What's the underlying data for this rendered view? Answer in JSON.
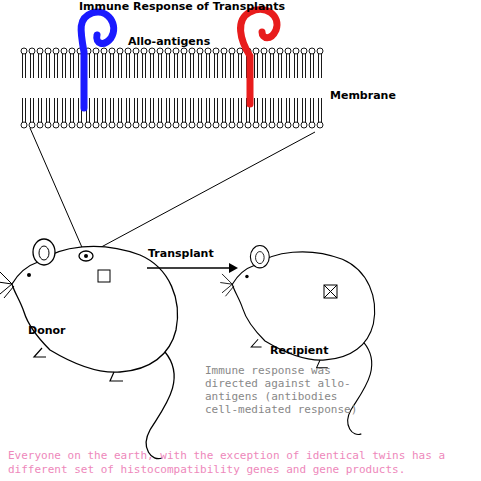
{
  "diagram": {
    "title": "Immune Response of Transplants",
    "caption": "Everyone on the earth, with the exception of identical twins has a different set of histocompatibility genes and gene products.",
    "nodes": [
      {
        "text": [
          "Donor"
        ]
      },
      {
        "text": [
          "Recipient"
        ]
      }
    ],
    "edges": [
      {
        "from": 0,
        "to": 1,
        "label": "Transplant",
        "arrow": "to"
      }
    ],
    "labels": [
      "Allo-antigens",
      "Membrane",
      "Immune response was directed against allo-antigens (antibodies cell-mediated response)"
    ]
  }
}
